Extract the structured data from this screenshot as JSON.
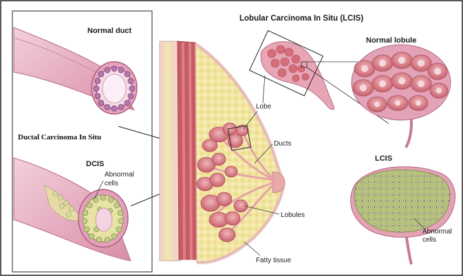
{
  "title_lcis": "Lobular Carcinoma In Situ (LCIS)",
  "panel_left": {
    "normal_duct_label": "Normal duct",
    "ductal_title": "Ductal Carcinoma In Situ",
    "dcis_label": "DCIS",
    "abnormal_cells_label_line1": "Abnormal",
    "abnormal_cells_label_line2": "cells"
  },
  "breast_labels": {
    "lobe": "Lobe",
    "ducts": "Ducts",
    "lobules": "Lobules",
    "fatty_tissue": "Fatty tissue"
  },
  "right_labels": {
    "normal_lobule": "Normal lobule",
    "lcis": "LCIS",
    "abnormal_cells_line1": "Abnormal",
    "abnormal_cells_line2": "cells"
  },
  "colors": {
    "tissue_pink": "#e7a4b6",
    "lobule_red": "#d9707a",
    "fat_yellow": "#f2e7a6",
    "muscle_red": "#c9606a",
    "cell_green": "#b7c78a"
  }
}
